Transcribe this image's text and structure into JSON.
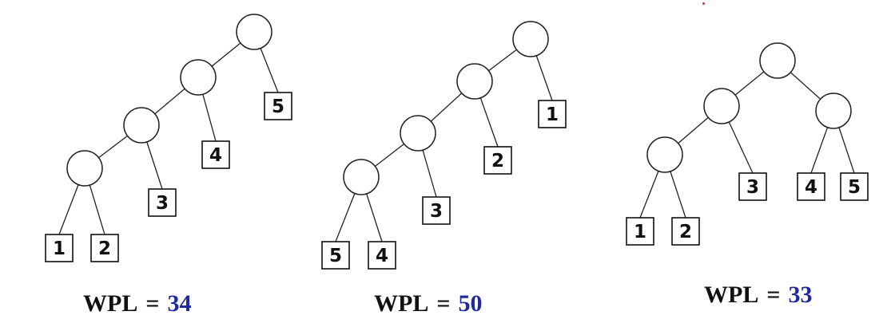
{
  "accent_color": "#1f2a9e",
  "trees": [
    {
      "wpl_label": "WPL",
      "wpl_eq": "=",
      "wpl_value": "34",
      "leaves": [
        "1",
        "2",
        "3",
        "4",
        "5"
      ]
    },
    {
      "wpl_label": "WPL",
      "wpl_eq": "=",
      "wpl_value": "50",
      "leaves": [
        "5",
        "4",
        "3",
        "2",
        "1"
      ]
    },
    {
      "wpl_label": "WPL",
      "wpl_eq": "=",
      "wpl_value": "33",
      "leaves": [
        "1",
        "2",
        "3",
        "4",
        "5"
      ]
    }
  ]
}
